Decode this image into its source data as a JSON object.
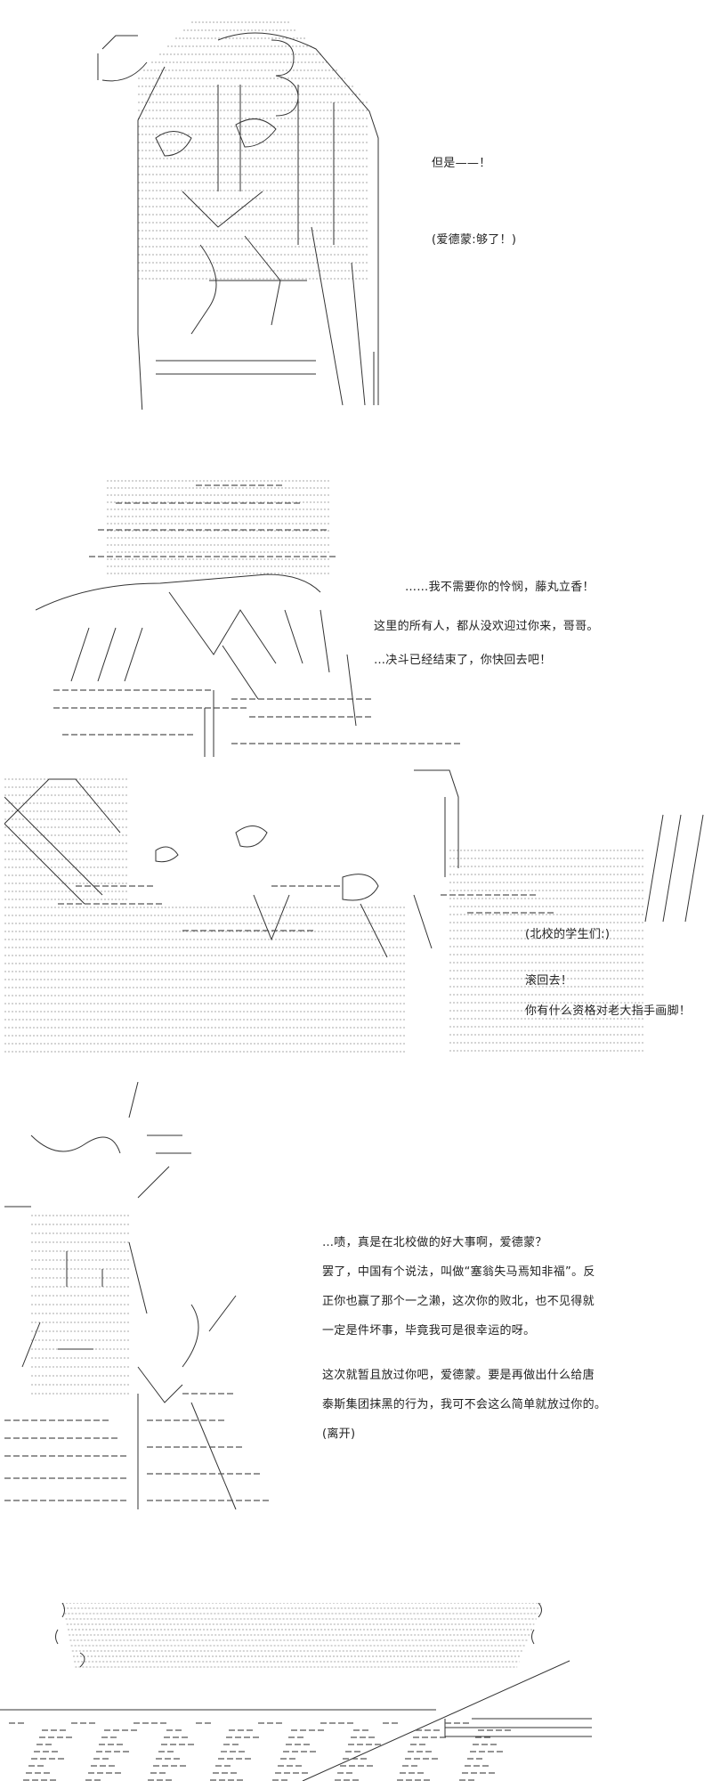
{
  "panels": [
    {
      "id": "panel-1",
      "lines": [
        "但是——！",
        "(爱德蒙:够了！)"
      ]
    },
    {
      "id": "panel-2",
      "lines": [
        "……我不需要你的怜悯，藤丸立香！",
        "这里的所有人，都从没欢迎过你来，哥哥。",
        "…决斗已经结束了，你快回去吧！"
      ]
    },
    {
      "id": "panel-3",
      "lines": [
        "(北校的学生们:)",
        "滚回去！",
        "你有什么资格对老大指手画脚！"
      ]
    },
    {
      "id": "panel-4",
      "lines": [
        "…啧，真是在北校做的好大事啊，爱德蒙？",
        "罢了，中国有个说法，叫做“塞翁失马焉知非福”。反",
        "正你也赢了那个一之濑，这次你的败北，也不见得就",
        "一定是件坏事，毕竟我可是很幸运的呀。",
        "这次就暂且放过你吧，爱德蒙。要是再做出什么给唐",
        "泰斯集团抹黑的行为，我可不会这么简单就放过你的。",
        "(离开)"
      ]
    },
    {
      "id": "panel-5",
      "lines": []
    }
  ]
}
